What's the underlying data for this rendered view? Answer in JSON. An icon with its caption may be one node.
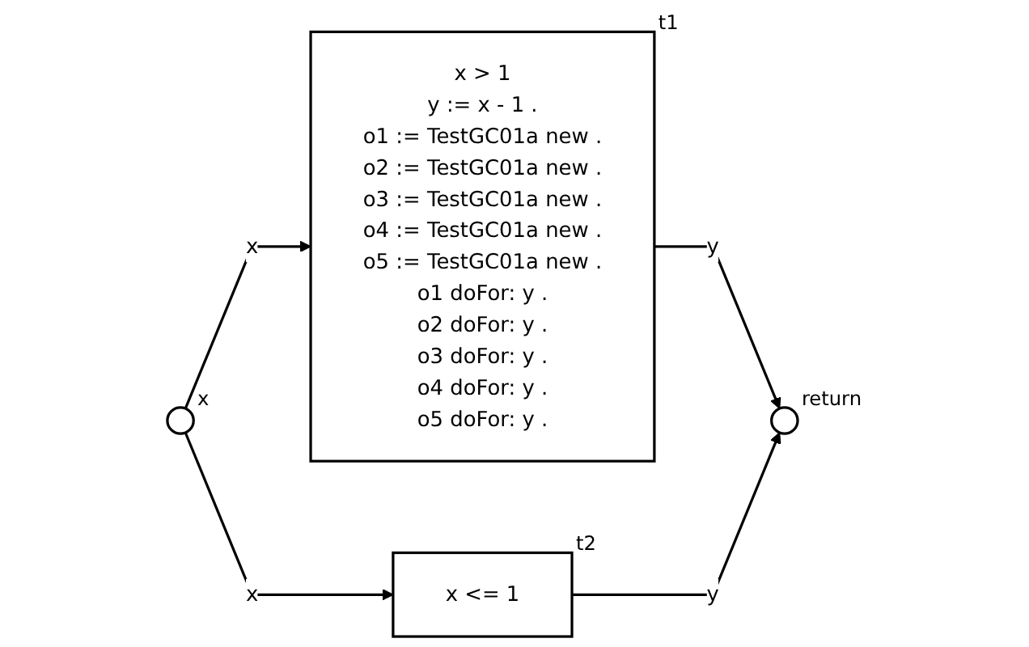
{
  "diagram": {
    "nodes": [
      {
        "text": [],
        "shape": "circle",
        "beside": [
          "x"
        ]
      },
      {
        "text": [
          "x > 1",
          "y := x - 1 .",
          "o1 := TestGC01a new .",
          "o2 := TestGC01a new .",
          "o3 := TestGC01a new .",
          "o4 := TestGC01a new .",
          "o5 := TestGC01a new .",
          "o1 doFor: y .",
          "o2 doFor: y .",
          "o3 doFor: y .",
          "o4 doFor: y .",
          "o5 doFor: y ."
        ],
        "beside": [
          "t1"
        ]
      },
      {
        "text": [
          "x <= 1"
        ],
        "beside": [
          "t2"
        ]
      },
      {
        "text": [],
        "shape": "circle",
        "beside": [
          "return"
        ]
      }
    ],
    "edges": [
      {
        "from": 0,
        "to": 1,
        "arrow": "to",
        "label": "x"
      },
      {
        "from": 0,
        "to": 2,
        "arrow": "to",
        "label": "x"
      },
      {
        "from": 1,
        "to": 3,
        "arrow": "to",
        "label": "y"
      },
      {
        "from": 2,
        "to": 3,
        "arrow": "to",
        "label": "y"
      }
    ]
  }
}
